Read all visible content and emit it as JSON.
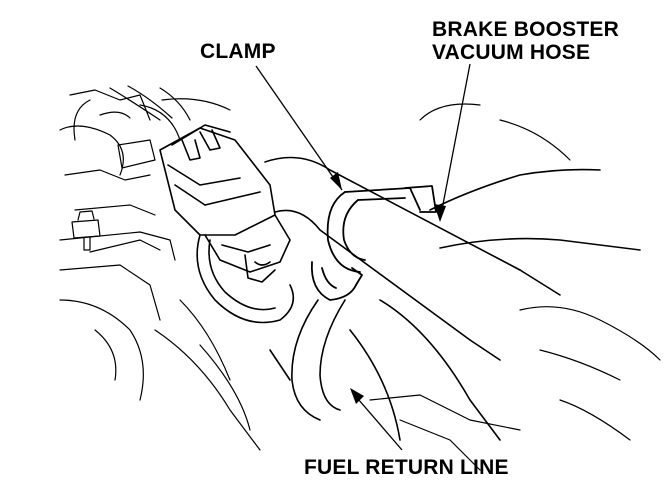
{
  "labels": {
    "clamp": "CLAMP",
    "brake_booster_line1": "BRAKE BOOSTER",
    "brake_booster_line2": "VACUUM HOSE",
    "fuel_return_line": "FUEL RETURN LINE"
  }
}
